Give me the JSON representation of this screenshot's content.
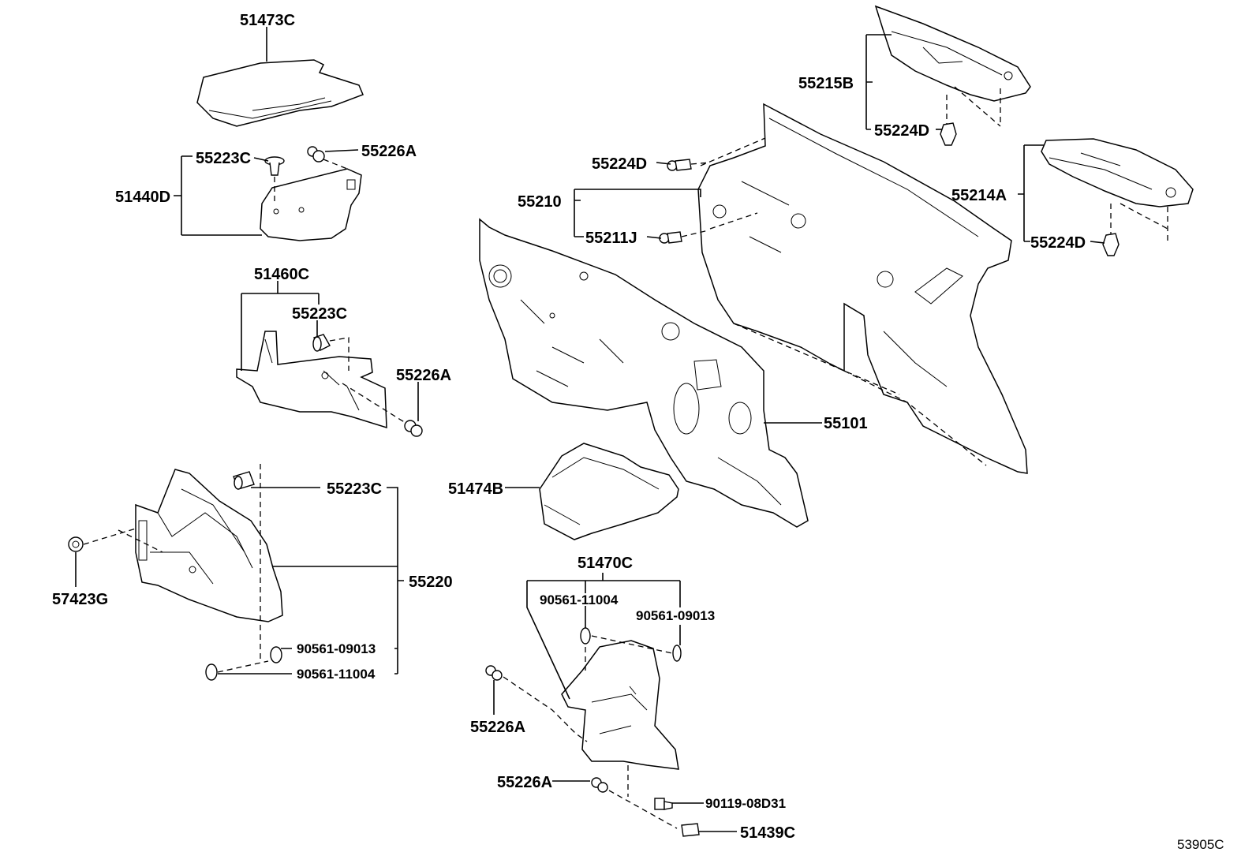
{
  "diagram_code": "53905C",
  "parts": {
    "p51473C": "51473C",
    "p55223C_a": "55223C",
    "p55226A_a": "55226A",
    "p51440D": "51440D",
    "p51460C": "51460C",
    "p55223C_b": "55223C",
    "p55226A_b": "55226A",
    "p55223C_c": "55223C",
    "p57423G": "57423G",
    "p55220": "55220",
    "p90561_09013_a": "90561-09013",
    "p90561_11004_a": "90561-11004",
    "p55224D_a": "55224D",
    "p55210": "55210",
    "p55211J": "55211J",
    "p55101": "55101",
    "p51474B": "51474B",
    "p51470C": "51470C",
    "p90561_11004_b": "90561-11004",
    "p90561_09013_b": "90561-09013",
    "p55226A_c": "55226A",
    "p55226A_d": "55226A",
    "p90119_08D31": "90119-08D31",
    "p51439C": "51439C",
    "p55215B": "55215B",
    "p55224D_b": "55224D",
    "p55214A": "55214A",
    "p55224D_c": "55224D"
  }
}
